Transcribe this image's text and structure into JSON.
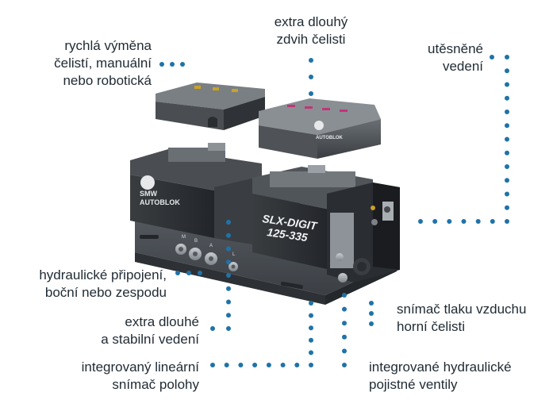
{
  "colors": {
    "dot": "#1f73a8",
    "text": "#1f2a33",
    "body_dark": "#2b2e31",
    "body_mid": "#3d4145",
    "body_light": "#5a5f64",
    "steel": "#9aa0a6"
  },
  "product": {
    "brand_logo_text": [
      "SMW",
      "AUTOBLOK"
    ],
    "model_lines": [
      "SLX-DIGIT",
      "125-335"
    ],
    "port_letters": [
      "M",
      "B",
      "A",
      "L"
    ]
  },
  "callouts": {
    "quick_change": [
      "rychlá výměna",
      "čelistí, manuální",
      "nebo robotická"
    ],
    "extra_stroke": [
      "extra dlouhý",
      "zdvih čelisti"
    ],
    "sealed_guide": [
      "utěsněné",
      "vedení"
    ],
    "hydraulic_conn": [
      "hydraulické připojení,",
      "boční nebo zespodu"
    ],
    "stable_guide": [
      "extra dlouhé",
      "a stabilní vedení"
    ],
    "position_sensor": [
      "integrovaný lineární",
      "snímač polohy"
    ],
    "air_sensor": [
      "snímač tlaku vzduchu",
      "horní čelisti"
    ],
    "safety_valves": [
      "integrované hydraulické",
      "pojistné ventily"
    ]
  }
}
